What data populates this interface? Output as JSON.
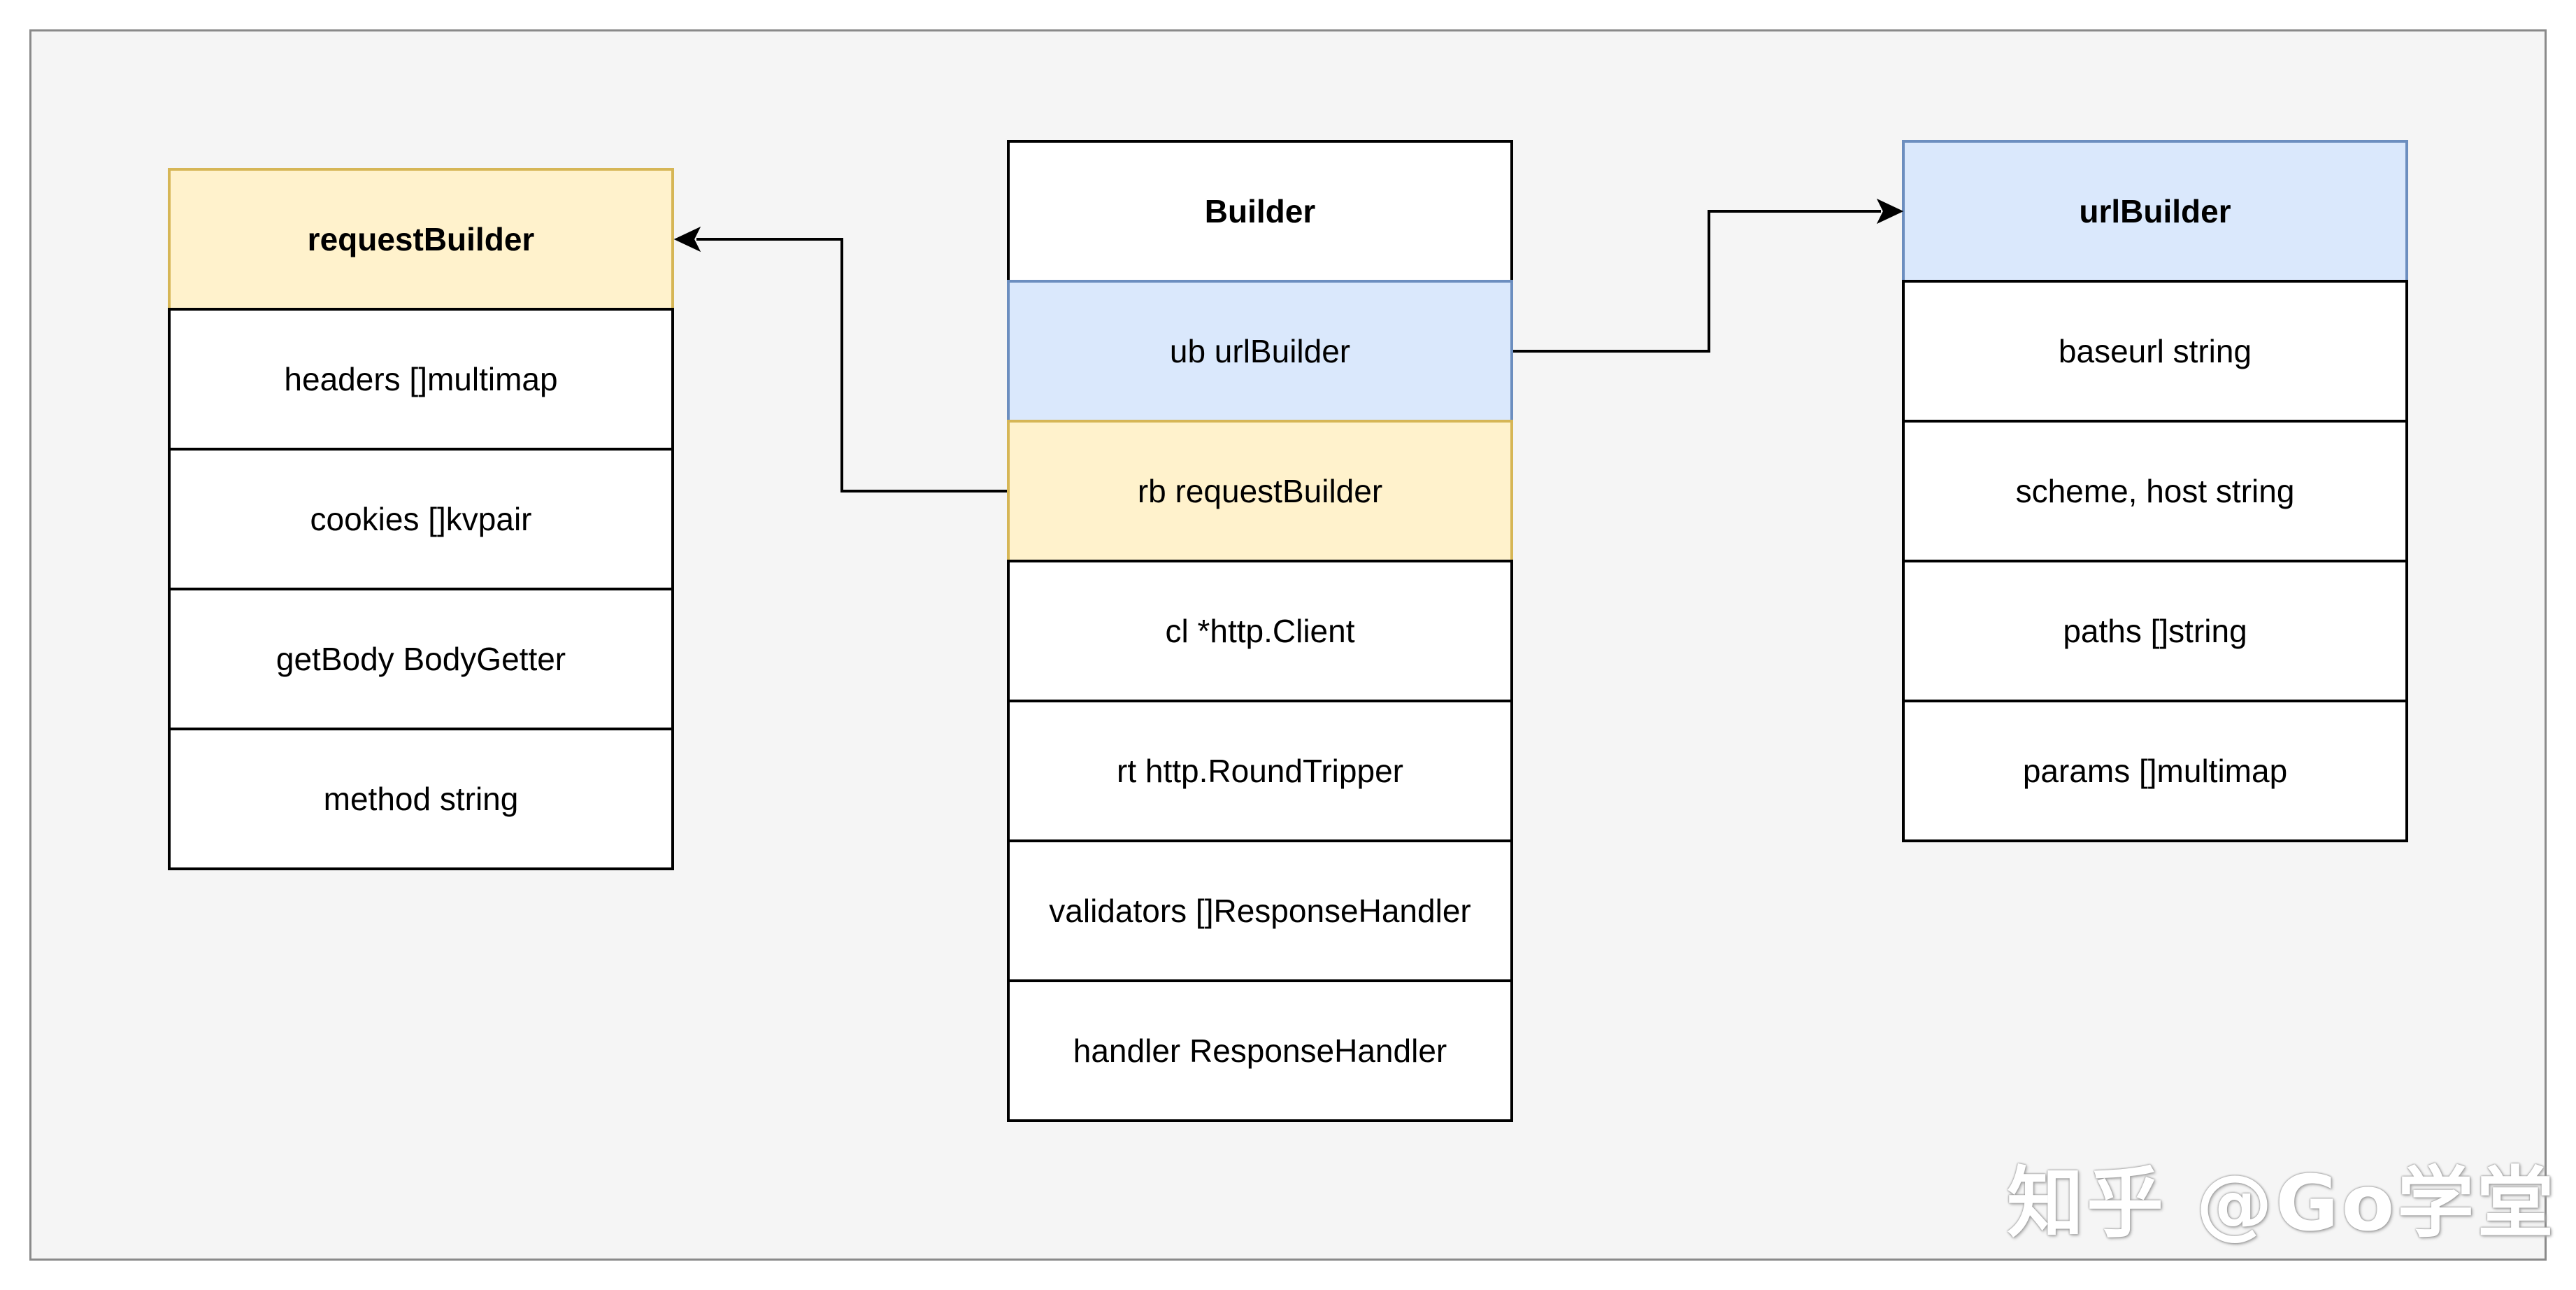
{
  "request_builder": {
    "title": "requestBuilder",
    "fields": [
      "headers []multimap",
      "cookies []kvpair",
      "getBody BodyGetter",
      "method string"
    ]
  },
  "builder": {
    "title": "Builder",
    "fields": [
      "ub urlBuilder",
      "rb requestBuilder",
      "cl *http.Client",
      "rt http.RoundTripper",
      "validators []ResponseHandler",
      "handler ResponseHandler"
    ]
  },
  "url_builder": {
    "title": "urlBuilder",
    "fields": [
      "baseurl string",
      "scheme, host string",
      "paths []string",
      "params []multimap"
    ]
  },
  "colors": {
    "yellow_fill": "#fff2cc",
    "yellow_stroke": "#d6b656",
    "blue_fill": "#dae8fc",
    "blue_stroke": "#6c8ebf"
  },
  "watermark": "知乎 @Go学堂"
}
